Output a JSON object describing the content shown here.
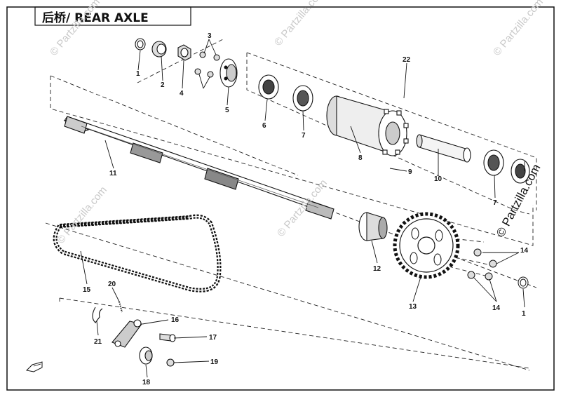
{
  "title": "后桥/ REAR AXLE",
  "watermark": "© Partzilla.com",
  "parts": [
    {
      "n": "1"
    },
    {
      "n": "2"
    },
    {
      "n": "3"
    },
    {
      "n": "4"
    },
    {
      "n": "5"
    },
    {
      "n": "6"
    },
    {
      "n": "7"
    },
    {
      "n": "8"
    },
    {
      "n": "9"
    },
    {
      "n": "10"
    },
    {
      "n": "11"
    },
    {
      "n": "12"
    },
    {
      "n": "13"
    },
    {
      "n": "14"
    },
    {
      "n": "15"
    },
    {
      "n": "16"
    },
    {
      "n": "17"
    },
    {
      "n": "18"
    },
    {
      "n": "19"
    },
    {
      "n": "20"
    },
    {
      "n": "21"
    },
    {
      "n": "22"
    }
  ],
  "colors": {
    "line": "#1a1a1a",
    "watermark": "#c9c9c9"
  }
}
